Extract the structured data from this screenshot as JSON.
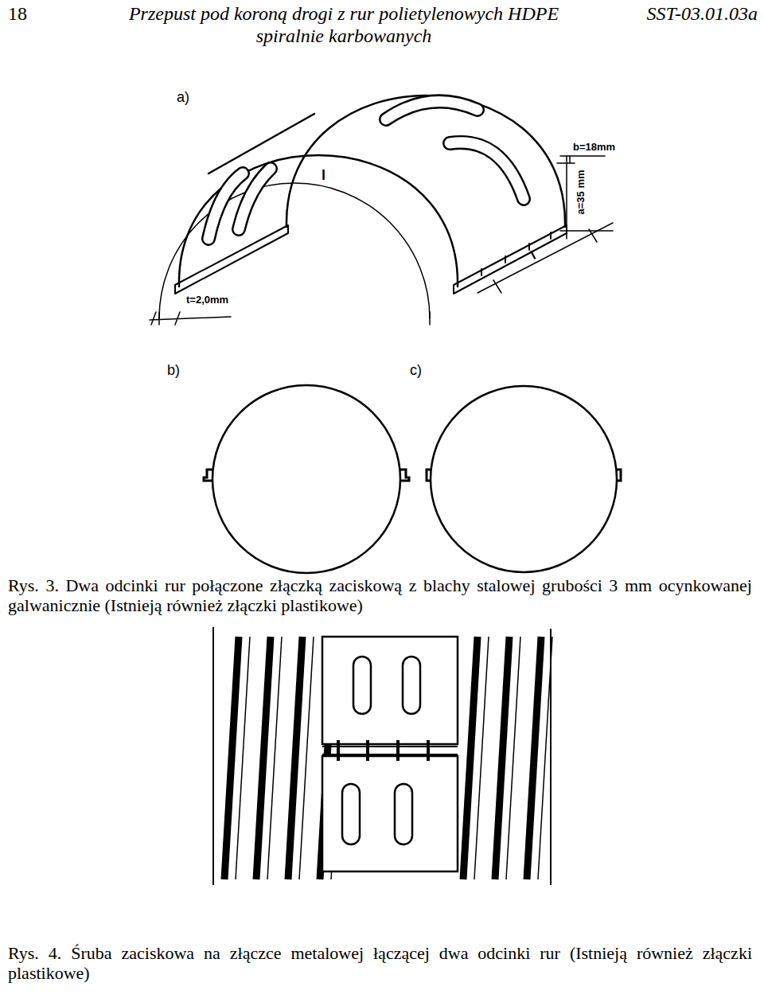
{
  "diagram": {
    "labels": [
      "18",
      "Przepust pod koroną drogi z rur polietylenowych HDPE spiralnie karbowanych",
      "SST-03.01.03a",
      "a)",
      "l",
      "b=18mm",
      "a=35 mm",
      "l",
      "t=2,0mm",
      "b)",
      "c)",
      "Rys. 3. Dwa odcinki rur połączone złączką zaciskową z blachy stalowej grubości 3 mm ocynkowanej galwanicznie (Istnieją również złączki plastikowe)",
      "Rys. 4. Śruba zaciskowa na złączce metalowej łączącej dwa odcinki rur (Istnieją również złączki plastikowe)"
    ]
  }
}
